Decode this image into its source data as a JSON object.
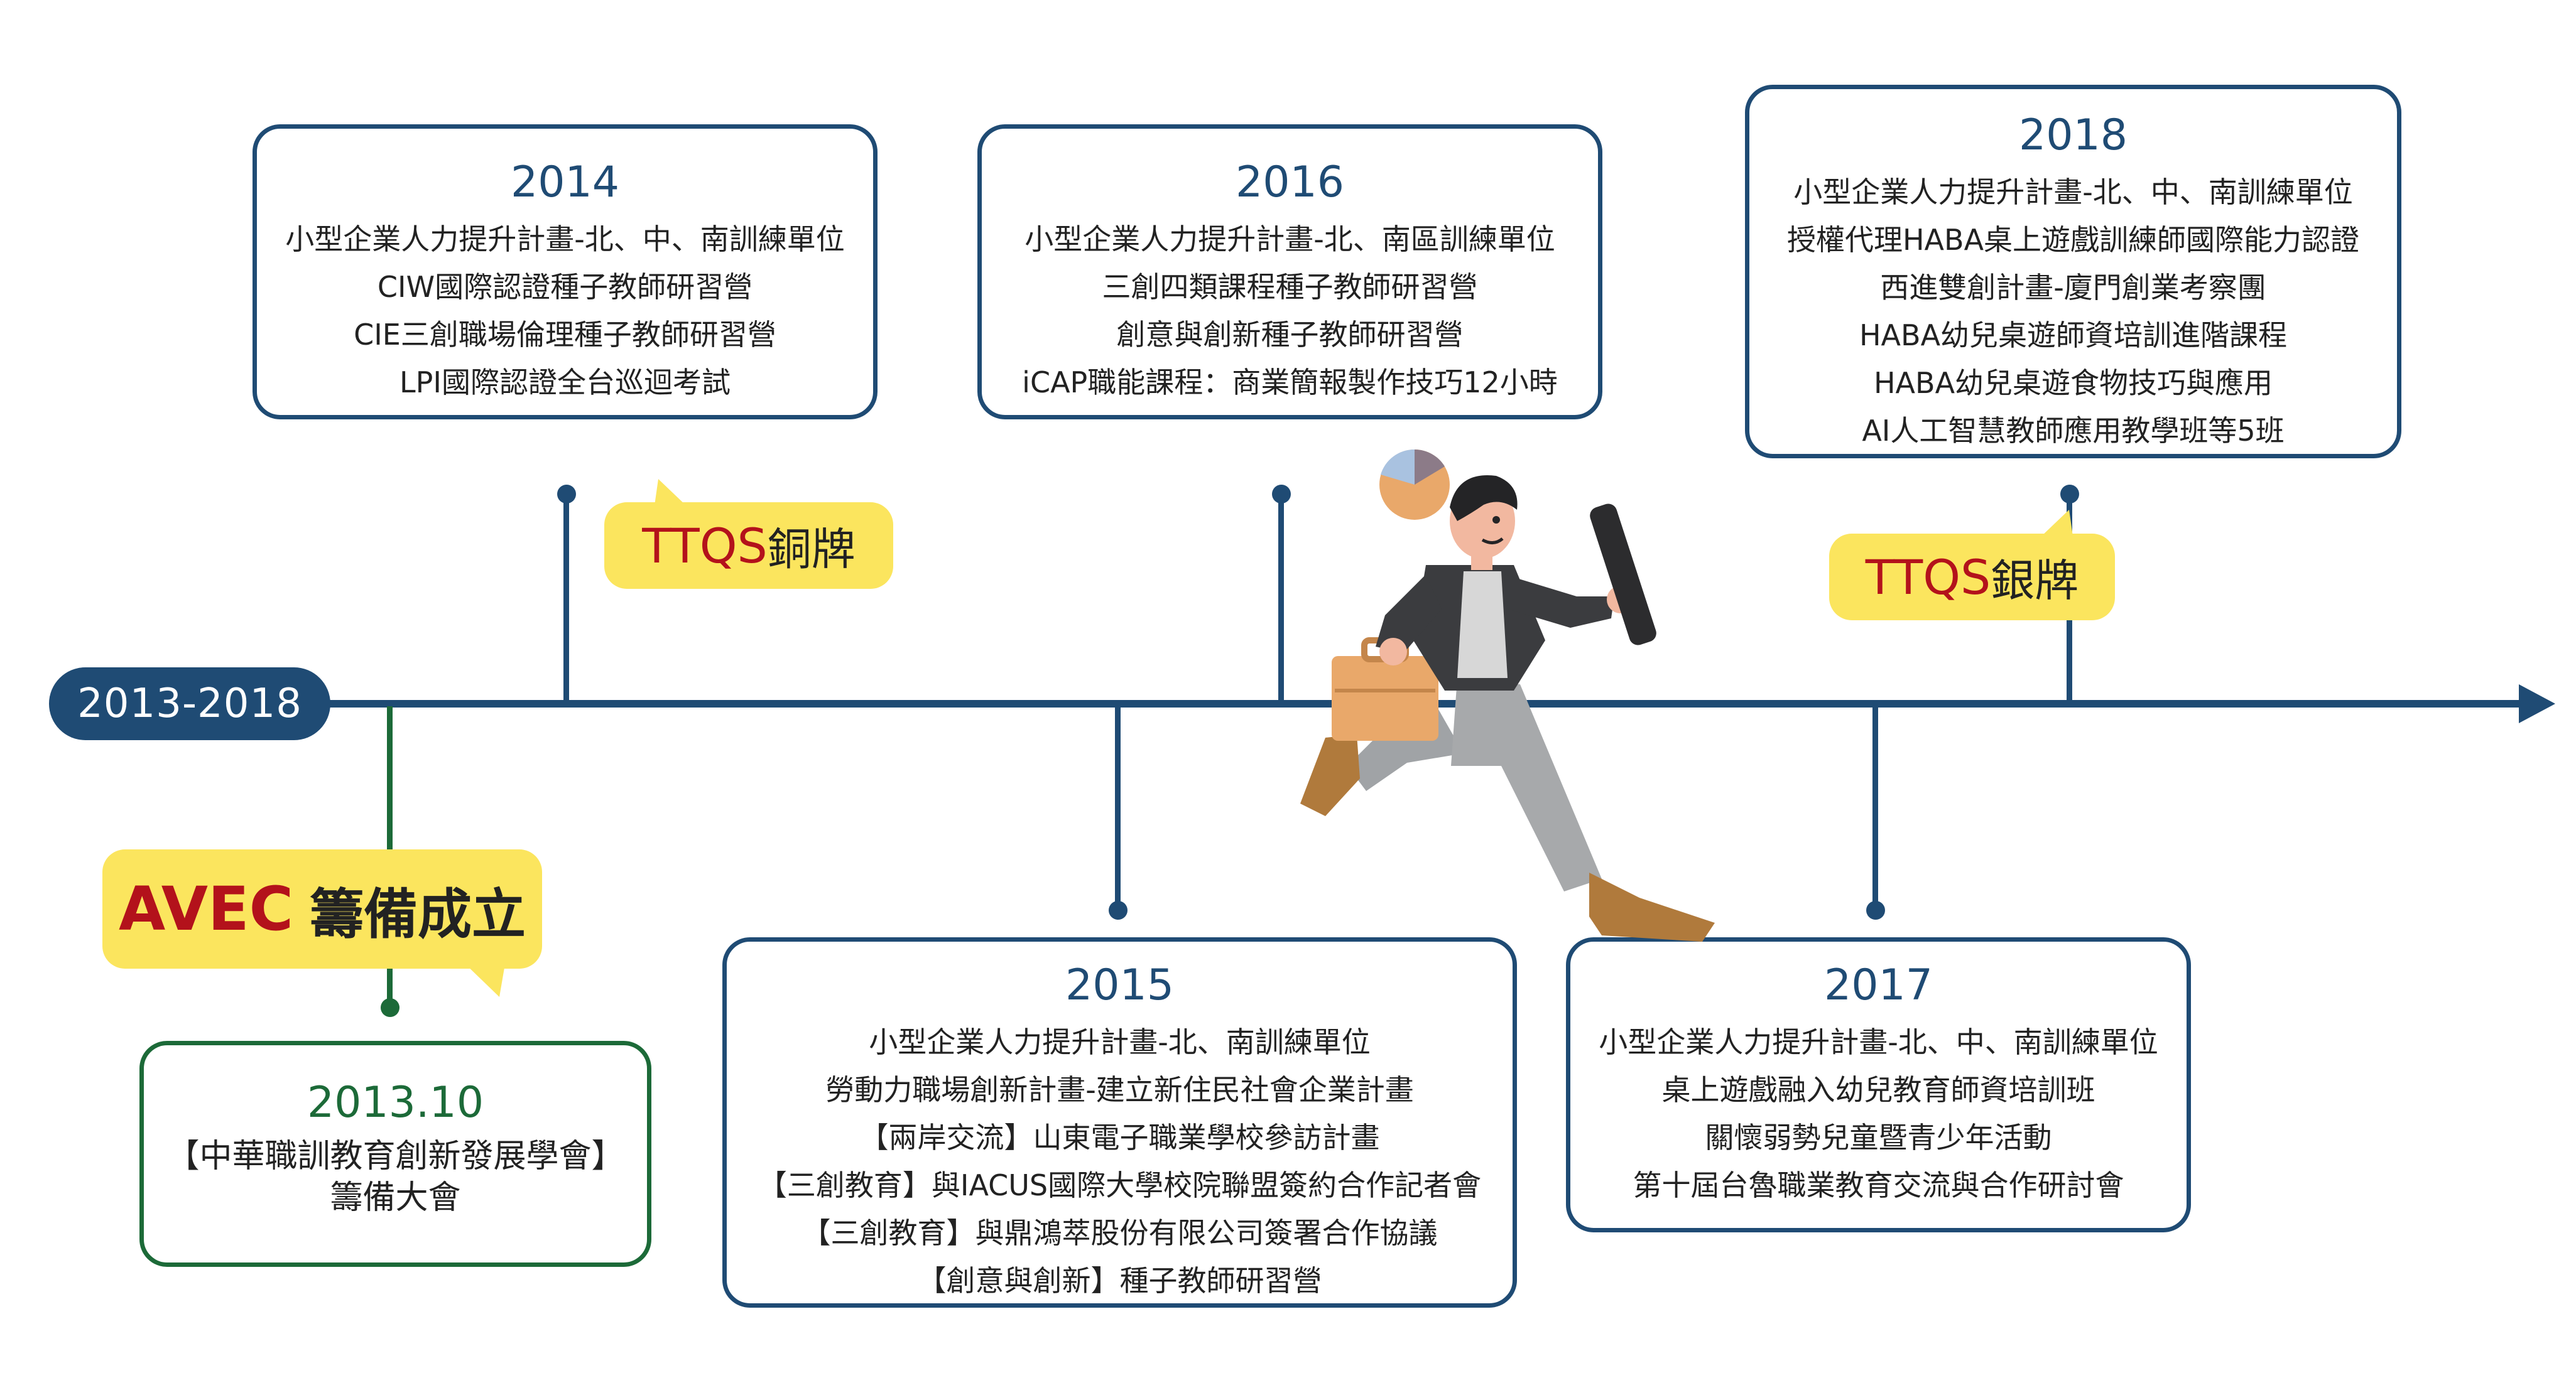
{
  "range_label": "2013-2018",
  "founding": {
    "bubble_highlight": "AVEC",
    "bubble_text": "籌備成立",
    "year": "2013.10",
    "items": [
      "【中華職訓教育創新發展學會】",
      "籌備大會"
    ]
  },
  "events": [
    {
      "year": "2014",
      "items": [
        "小型企業人力提升計畫-北、中、南訓練單位",
        "CIW國際認證種子教師研習營",
        "CIE三創職場倫理種子教師研習營",
        "LPI國際認證全台巡迴考試"
      ]
    },
    {
      "year": "2015",
      "items": [
        "小型企業人力提升計畫-北、南訓練單位",
        "勞動力職場創新計畫-建立新住民社會企業計畫",
        "【兩岸交流】山東電子職業學校參訪計畫",
        "【三創教育】與IACUS國際大學校院聯盟簽約合作記者會",
        "【三創教育】與鼎鴻萃股份有限公司簽署合作協議",
        "【創意與創新】種子教師研習營"
      ]
    },
    {
      "year": "2016",
      "items": [
        "小型企業人力提升計畫-北、南區訓練單位",
        "三創四類課程種子教師研習營",
        "創意與創新種子教師研習營",
        "iCAP職能課程：商業簡報製作技巧12小時"
      ]
    },
    {
      "year": "2017",
      "items": [
        "小型企業人力提升計畫-北、中、南訓練單位",
        "桌上遊戲融入幼兒教育師資培訓班",
        "關懷弱勢兒童暨青少年活動",
        "第十屆台魯職業教育交流與合作研討會"
      ]
    },
    {
      "year": "2018",
      "items": [
        "小型企業人力提升計畫-北、中、南訓練單位",
        "授權代理HABA桌上遊戲訓練師國際能力認證",
        "西進雙創計畫-廈門創業考察團",
        "HABA幼兒桌遊師資培訓進階課程",
        "HABA幼兒桌遊食物技巧與應用",
        "AI人工智慧教師應用教學班等5班"
      ]
    }
  ],
  "awards": [
    {
      "highlight": "TTQS",
      "text": "銅牌"
    },
    {
      "highlight": "TTQS",
      "text": "銀牌"
    }
  ],
  "colors": {
    "navy": "#1f4b74",
    "green": "#1c6a38",
    "bubble": "#fbe55e",
    "accent_red": "#b3121b"
  },
  "illustration": "running-businessman-with-briefcase-and-scroll"
}
